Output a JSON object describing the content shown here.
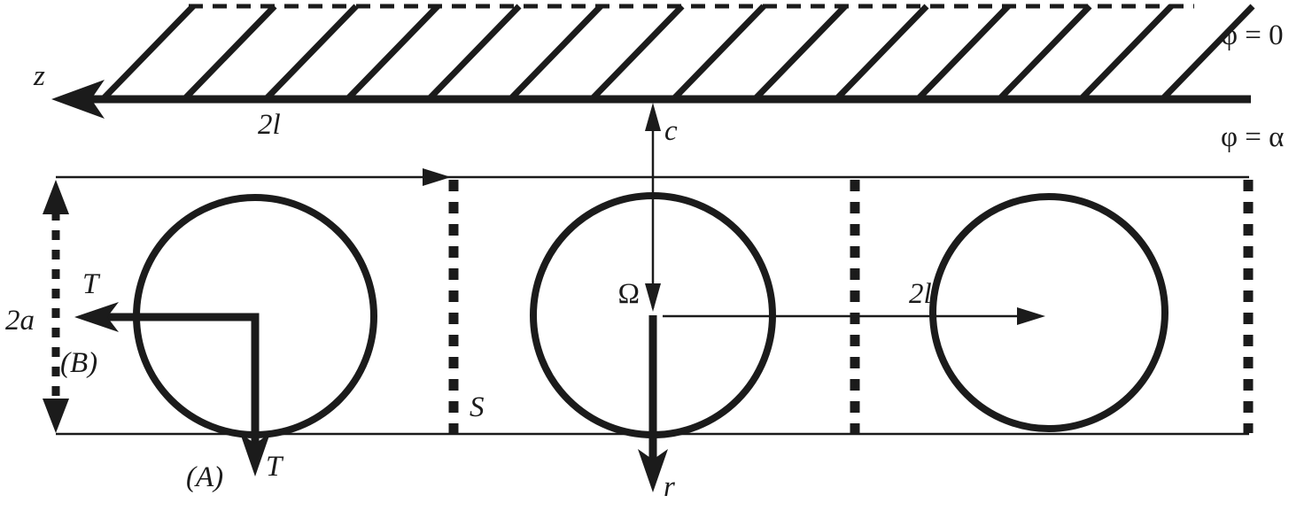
{
  "colors": {
    "ink": "#1b1b1b",
    "background": "#ffffff"
  },
  "diagram": {
    "axes": {
      "z_label": "z",
      "r_label": "r"
    },
    "wall": {
      "phi_top_label": "φ = 0",
      "phi_bottom_label": "φ = α",
      "period_label": "2l"
    },
    "cell": {
      "gap_label": "c",
      "diameter_label": "2a",
      "spacing_label": "2l",
      "surface_label": "S",
      "center_label": "Ω"
    },
    "torque": {
      "left_label": "T",
      "down_label": "T",
      "case_b_label": "(B)",
      "case_a_label": "(A)"
    }
  }
}
